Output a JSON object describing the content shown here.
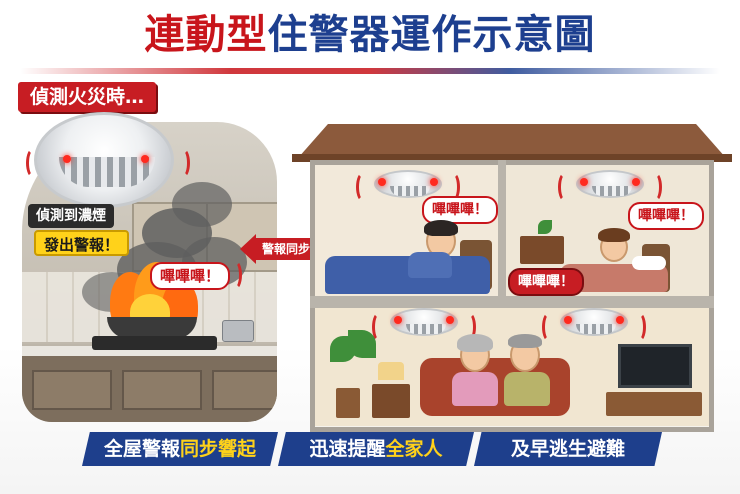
{
  "title": {
    "part1": "連動型",
    "part2": "住警器運作示意圖"
  },
  "detect_tag": "偵測火災時…",
  "kitchen": {
    "tag_smoke": "偵測到濃煙",
    "tag_alarm": "發出警報！",
    "beep": "嗶嗶嗶！"
  },
  "sync_arrow": {
    "label": "警報同步傳遞"
  },
  "house": {
    "bedroom1_beep": "嗶嗶嗶！",
    "bedroom2_beep_top": "嗶嗶嗶！",
    "bedroom2_beep_bottom": "嗶嗶嗶！"
  },
  "banners": [
    {
      "pre": "全屋警報",
      "hl": "同步響起",
      "post": ""
    },
    {
      "pre": "迅速提醒",
      "hl": "全家人",
      "post": ""
    },
    {
      "pre": "及早逃生避難",
      "hl": "",
      "post": ""
    }
  ],
  "colors": {
    "red": "#c8151b",
    "navy": "#1d3f8f",
    "yellow": "#ffd21a"
  }
}
